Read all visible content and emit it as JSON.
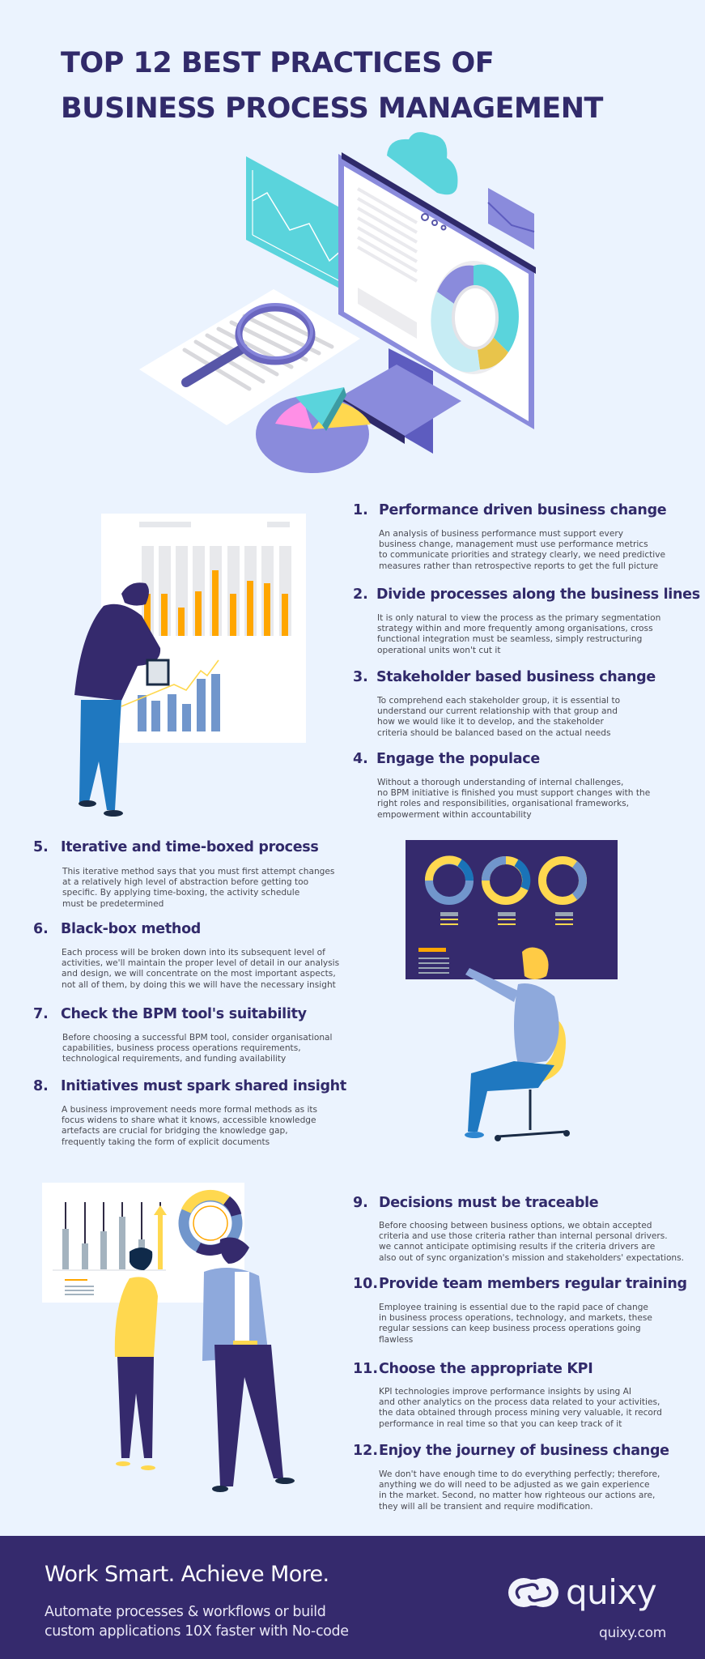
{
  "title": {
    "line1": "TOP 12 BEST PRACTICES OF",
    "line2": "BUSINESS PROCESS MANAGEMENT"
  },
  "colors": {
    "background": "#ebf3fe",
    "navy": "#312a6a",
    "footer_bg": "#352a6d",
    "teal": "#5ad4dc",
    "lavender": "#8a8bdc",
    "yellow": "#ffd84f",
    "orange": "#ffa600",
    "pink": "#ff8fe6",
    "steel_blue": "#7196cc",
    "body_text": "#4a4a52"
  },
  "practices": [
    {
      "number": "1.",
      "heading": "Performance driven business change",
      "body": "An analysis of business performance must support every\nbusiness change, management must use performance metrics\nto communicate priorities and strategy clearly, we need predictive\nmeasures rather than retrospective reports to get the full picture"
    },
    {
      "number": "2.",
      "heading": "Divide processes along the business lines",
      "body": "It is only natural to view the process as the primary segmentation\nstrategy within and more frequently among organisations, cross\nfunctional integration must be seamless, simply restructuring\noperational units won't cut it"
    },
    {
      "number": "3.",
      "heading": "Stakeholder based business change",
      "body": "To comprehend each stakeholder group, it is essential to\nunderstand our current relationship with that group and\nhow we would like it to develop, and the stakeholder\ncriteria should be balanced based on the actual needs"
    },
    {
      "number": "4.",
      "heading": "Engage the populace",
      "body": "Without a thorough understanding of internal challenges,\nno BPM initiative is finished you must support changes with the\nright roles and responsibilities, organisational frameworks,\nempowerment within accountability"
    },
    {
      "number": "5.",
      "heading": "Iterative and time-boxed process",
      "body": "This iterative method says that you must first attempt changes\nat a relatively high level of abstraction before getting too\nspecific. By applying time-boxing, the activity schedule\nmust be predetermined"
    },
    {
      "number": "6.",
      "heading": "Black-box method",
      "body": "Each process will be broken down into its subsequent level of\nactivities, we'll maintain the proper level of detail in our analysis\nand design, we will concentrate on the most important aspects,\nnot all of them, by doing this we will have the necessary insight"
    },
    {
      "number": "7.",
      "heading": "Check the BPM tool's suitability",
      "body": "Before choosing a successful BPM tool, consider organisational\ncapabilities, business process operations requirements,\ntechnological requirements, and funding availability"
    },
    {
      "number": "8.",
      "heading": "Initiatives must spark shared insight",
      "body": "A business improvement needs more formal methods as its\nfocus widens to share what it knows, accessible knowledge\nartefacts are crucial for bridging the knowledge gap,\nfrequently taking the form of explicit documents"
    },
    {
      "number": "9.",
      "heading": "Decisions must be traceable",
      "body": "Before choosing between business options, we obtain accepted\ncriteria and use those criteria rather than internal personal drivers.\nwe cannot anticipate optimising results if the criteria drivers are\nalso out of sync organization's mission and stakeholders' expectations."
    },
    {
      "number": "10.",
      "heading": "Provide team members regular training",
      "body": "Employee training is essential due to the rapid pace of change\nin business process operations, technology, and markets, these\nregular sessions can keep business process operations going\nflawless"
    },
    {
      "number": "11.",
      "heading": "Choose the appropriate KPI",
      "body": "KPI technologies improve performance insights by using AI\nand other analytics on the process data related to your activities,\nthe data obtained through process mining very valuable, it record\nperformance in real time so that you can keep track of it"
    },
    {
      "number": "12.",
      "heading": "Enjoy the journey of business change",
      "body": "We don't have enough time to do everything perfectly; therefore,\nanything we do will need to be adjusted as we gain experience\nin the market. Second, no matter how righteous our actions are,\nthey will all be transient and require modification."
    }
  ],
  "illustrations": {
    "hero": "monitor-analytics-illustration",
    "section1": "man-with-bar-chart-illustration",
    "section2": "woman-on-chair-pointing-at-donut-charts-illustration",
    "section3": "two-people-with-chart-board-illustration"
  },
  "footer": {
    "tagline": "Work Smart. Achieve More.",
    "subtext": "Automate processes & workflows or build\ncustom applications 10X faster with No-code",
    "brand": "quixy",
    "brand_icon": "quixy-link-logo-icon",
    "url": "quixy.com"
  }
}
